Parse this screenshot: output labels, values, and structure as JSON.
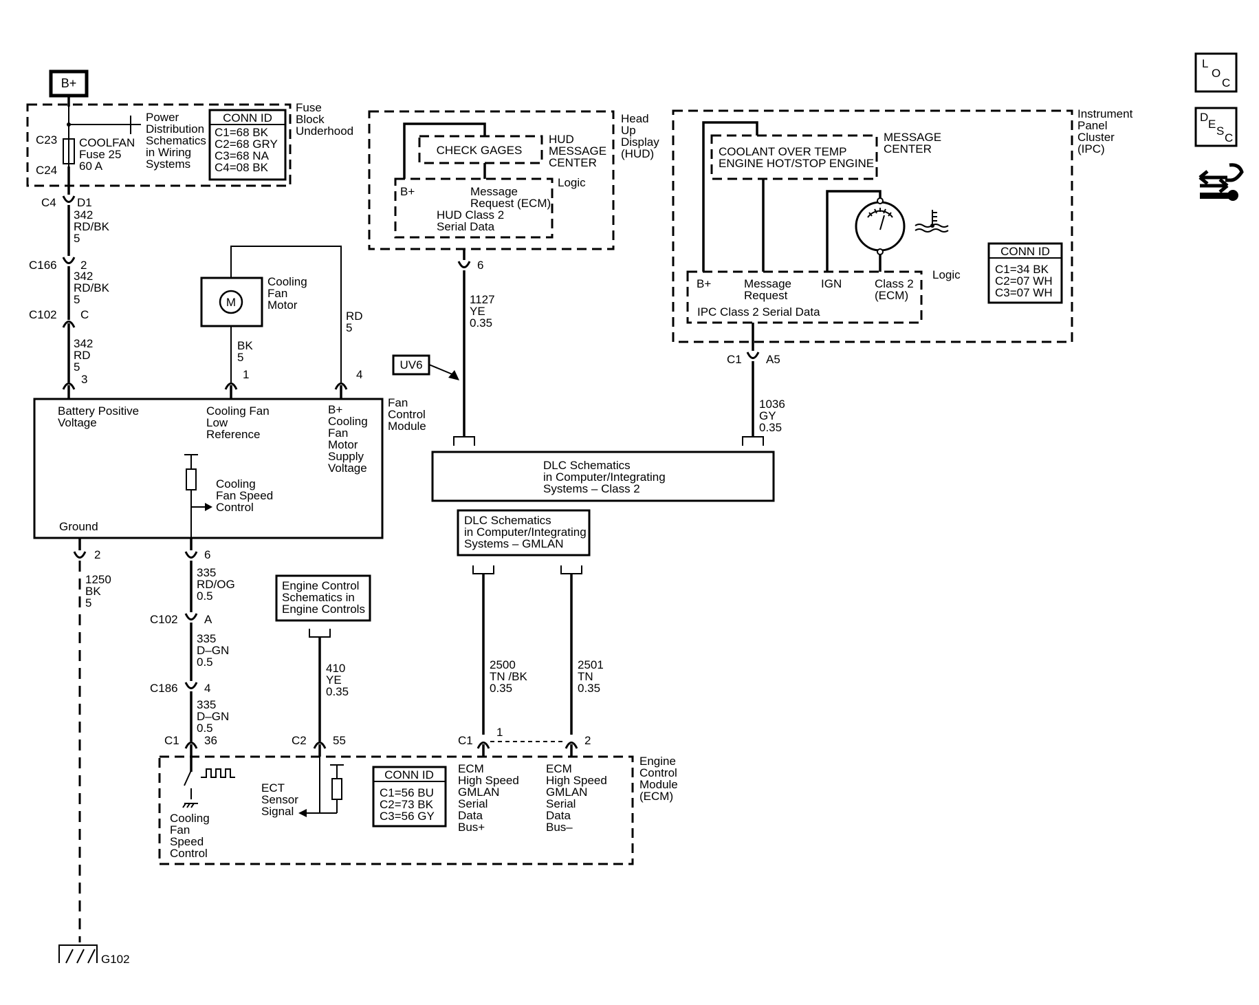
{
  "sidebar": {
    "loc_label": [
      "L",
      "O",
      "C"
    ],
    "desc_label": [
      "D",
      "E",
      "S",
      "C"
    ],
    "icon": "wrench-arrows-icon"
  },
  "bplus": "B+",
  "fuse_block": {
    "title": [
      "Fuse",
      "Block",
      "Underhood"
    ],
    "c23": "C23",
    "c24": "C24",
    "fuse_label": [
      "COOLFAN",
      "Fuse 25",
      "60 A"
    ],
    "power_ref": [
      "Power",
      "Distribution",
      "Schematics",
      "in Wiring",
      "Systems"
    ],
    "conn_title": "CONN ID",
    "conn_rows": [
      "C1=68 BK",
      "C2=68 GRY",
      "C3=68 NA",
      "C4=08 BK"
    ]
  },
  "feed": {
    "c4": "C4",
    "d1": "D1",
    "w1": [
      "342",
      "RD/BK",
      "5"
    ],
    "c166": "C166",
    "p2": "2",
    "w2": [
      "342",
      "RD/BK",
      "5"
    ],
    "c102": "C102",
    "pc": "C",
    "w3": [
      "342",
      "RD",
      "5"
    ],
    "p3": "3"
  },
  "motor": {
    "symbol": "M",
    "label": [
      "Cooling",
      "Fan",
      "Motor"
    ],
    "wire_bk": [
      "BK",
      "5"
    ],
    "wire_rd": [
      "RD",
      "5"
    ],
    "p1": "1",
    "p4": "4"
  },
  "fcm": {
    "title": [
      "Fan",
      "Control",
      "Module"
    ],
    "batt": [
      "Battery Positive",
      "Voltage"
    ],
    "low_ref": [
      "Cooling Fan",
      "Low",
      "Reference"
    ],
    "supply": [
      "B+",
      "Cooling",
      "Fan",
      "Motor",
      "Supply",
      "Voltage"
    ],
    "speed": [
      "Cooling",
      "Fan Speed",
      "Control"
    ],
    "ground": "Ground"
  },
  "ground_path": {
    "p2": "2",
    "wire": [
      "1250",
      "BK",
      "5"
    ],
    "g": "G102"
  },
  "speed_path": {
    "p6": "6",
    "w1": [
      "335",
      "RD/OG",
      "0.5"
    ],
    "c102": "C102",
    "pa": "A",
    "w2": [
      "335",
      "D–GN",
      "0.5"
    ],
    "c186": "C186",
    "p4": "4",
    "w3": [
      "335",
      "D–GN",
      "0.5"
    ],
    "c1": "C1",
    "p36": "36"
  },
  "hud": {
    "title": [
      "Head",
      "Up",
      "Display",
      "(HUD)"
    ],
    "check": "CHECK GAGES",
    "msg": [
      "HUD",
      "MESSAGE",
      "CENTER"
    ],
    "logic": "Logic",
    "bplus": "B+",
    "req": [
      "Message",
      "Request (ECM)"
    ],
    "class2": [
      "HUD Class 2",
      "Serial Data"
    ],
    "p6": "6",
    "wire": [
      "1127",
      "YE",
      "0.35"
    ]
  },
  "uv6": "UV6",
  "ipc": {
    "title": [
      "Instrument",
      "Panel",
      "Cluster",
      "(IPC)"
    ],
    "msg": [
      "MESSAGE",
      "CENTER"
    ],
    "coolant": [
      "COOLANT OVER TEMP",
      "ENGINE HOT/STOP ENGINE"
    ],
    "logic": "Logic",
    "bplus": "B+",
    "req": [
      "Message",
      "Request"
    ],
    "ign": "IGN",
    "class2": [
      "Class 2",
      "(ECM)"
    ],
    "serial": "IPC Class 2 Serial Data",
    "conn_title": "CONN ID",
    "conn_rows": [
      "C1=34 BK",
      "C2=07 WH",
      "C3=07 WH"
    ],
    "c1": "C1",
    "a5": "A5",
    "wire": [
      "1036",
      "GY",
      "0.35"
    ]
  },
  "dlc_class2": [
    "DLC Schematics",
    "in Computer/Integrating",
    "Systems – Class 2"
  ],
  "dlc_gmlan": [
    "DLC Schematics",
    "in Computer/Integrating",
    "Systems – GMLAN"
  ],
  "gmlan": {
    "w2500": [
      "2500",
      "TN /BK",
      "0.35"
    ],
    "w2501": [
      "2501",
      "TN",
      "0.35"
    ],
    "c1": "C1",
    "p1": "1",
    "p2": "2"
  },
  "engine_ref": [
    "Engine Control",
    "Schematics in",
    "Engine Controls"
  ],
  "ect_wire": {
    "wire": [
      "410",
      "YE",
      "0.35"
    ],
    "c2": "C2",
    "p55": "55"
  },
  "ecm": {
    "title": [
      "Engine",
      "Control",
      "Module",
      "(ECM)"
    ],
    "speed": [
      "Cooling",
      "Fan",
      "Speed",
      "Control"
    ],
    "ect": [
      "ECT",
      "Sensor",
      "Signal"
    ],
    "conn_title": "CONN ID",
    "conn_rows": [
      "C1=56 BU",
      "C2=73 BK",
      "C3=56 GY"
    ],
    "plus": [
      "ECM",
      "High Speed",
      "GMLAN",
      "Serial",
      "Data",
      "Bus+"
    ],
    "minus": [
      "ECM",
      "High Speed",
      "GMLAN",
      "Serial",
      "Data",
      "Bus–"
    ]
  }
}
